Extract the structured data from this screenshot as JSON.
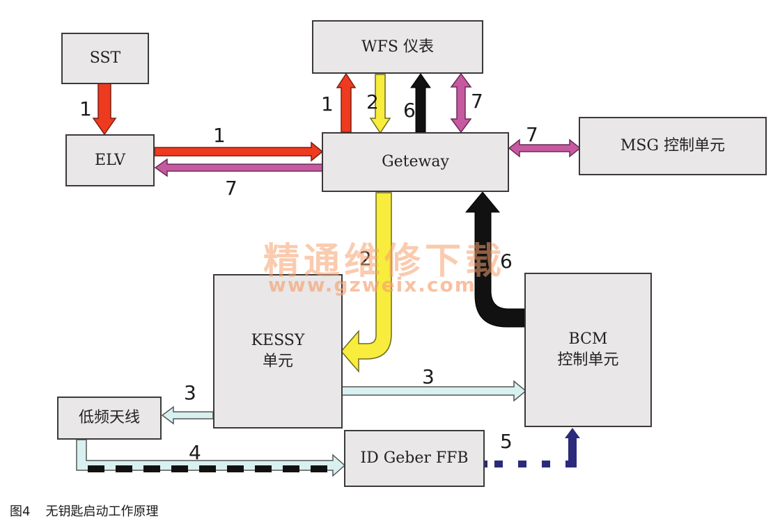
{
  "boxes": {
    "sst": "SST",
    "wfs": "WFS 仪表",
    "elv": "ELV",
    "gateway": "Geteway",
    "msg": "MSG 控制单元",
    "kessy": "KESSY\n单元",
    "bcm": "BCM\n控制单元",
    "antenna": "低频天线",
    "idgeber": "ID Geber FFB"
  },
  "numbers": {
    "sst_elv": "1",
    "wfs_1": "1",
    "wfs_2": "2",
    "wfs_6": "6",
    "wfs_7": "7",
    "elv_1": "1",
    "elv_7": "7",
    "msg_7": "7",
    "kessy_2": "2",
    "bcm_6": "6",
    "ant_3": "3",
    "bcm_3": "3",
    "ant_4": "4",
    "id_5": "5"
  },
  "watermark": {
    "line1": "精通维修下载",
    "line2": "www.gzweix.com"
  },
  "caption": {
    "figure": "图4",
    "text": "无钥匙启动工作原理"
  },
  "colors": {
    "red": "#ee3a1f",
    "yellow": "#f8ec3c",
    "black": "#111111",
    "magenta": "#b54a8e",
    "lightblue": "#d9f0f0",
    "navy": "#2c2a7a",
    "box": "#e9e7e7"
  }
}
